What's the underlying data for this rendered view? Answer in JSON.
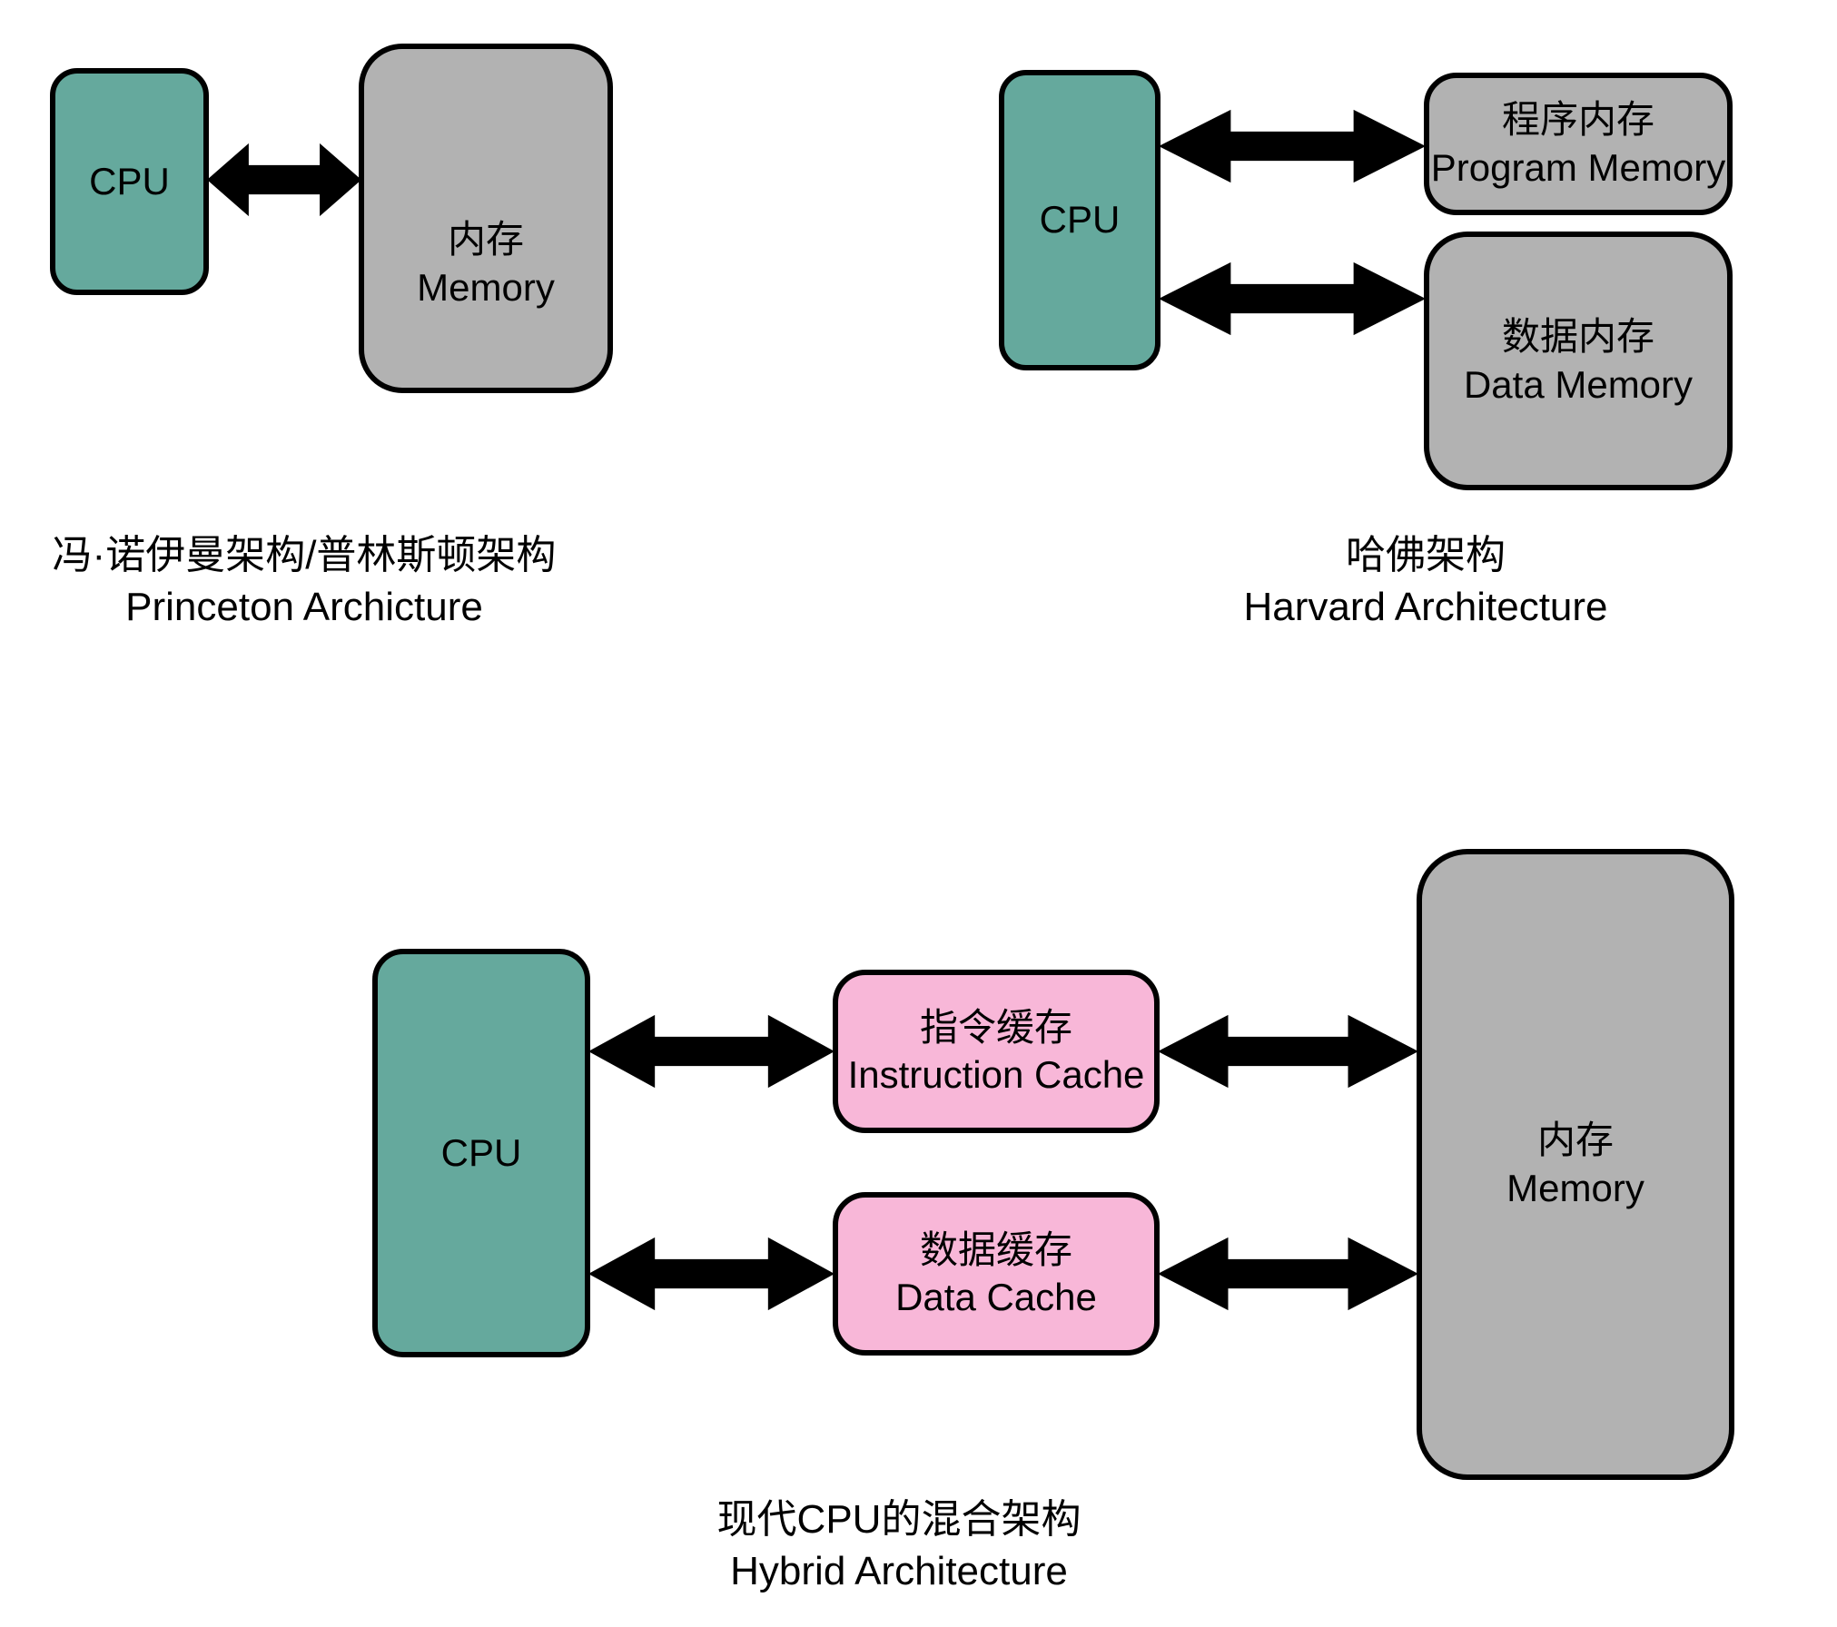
{
  "colors": {
    "cpu_fill": "#65A99D",
    "memory_fill": "#B2B2B2",
    "cache_fill": "#F8B7D8",
    "border": "#000000",
    "arrow_fill": "#000000",
    "text": "#000000",
    "background": "#FFFFFF"
  },
  "diagrams": [
    {
      "id": "princeton",
      "caption_zh": "冯·诺伊曼架构/普林斯顿架构",
      "caption_en": "Princeton Archicture",
      "nodes": {
        "cpu": {
          "label": "CPU"
        },
        "memory": {
          "zh": "内存",
          "en": "Memory"
        }
      }
    },
    {
      "id": "harvard",
      "caption_zh": "哈佛架构",
      "caption_en": "Harvard Architecture",
      "nodes": {
        "cpu": {
          "label": "CPU"
        },
        "program_memory": {
          "zh": "程序内存",
          "en": "Program Memory"
        },
        "data_memory": {
          "zh": "数据内存",
          "en": "Data Memory"
        }
      }
    },
    {
      "id": "hybrid",
      "caption_zh": "现代CPU的混合架构",
      "caption_en": "Hybrid Architecture",
      "nodes": {
        "cpu": {
          "label": "CPU"
        },
        "instruction_cache": {
          "zh": "指令缓存",
          "en": "Instruction Cache"
        },
        "data_cache": {
          "zh": "数据缓存",
          "en": "Data Cache"
        },
        "memory": {
          "zh": "内存",
          "en": "Memory"
        }
      }
    }
  ]
}
